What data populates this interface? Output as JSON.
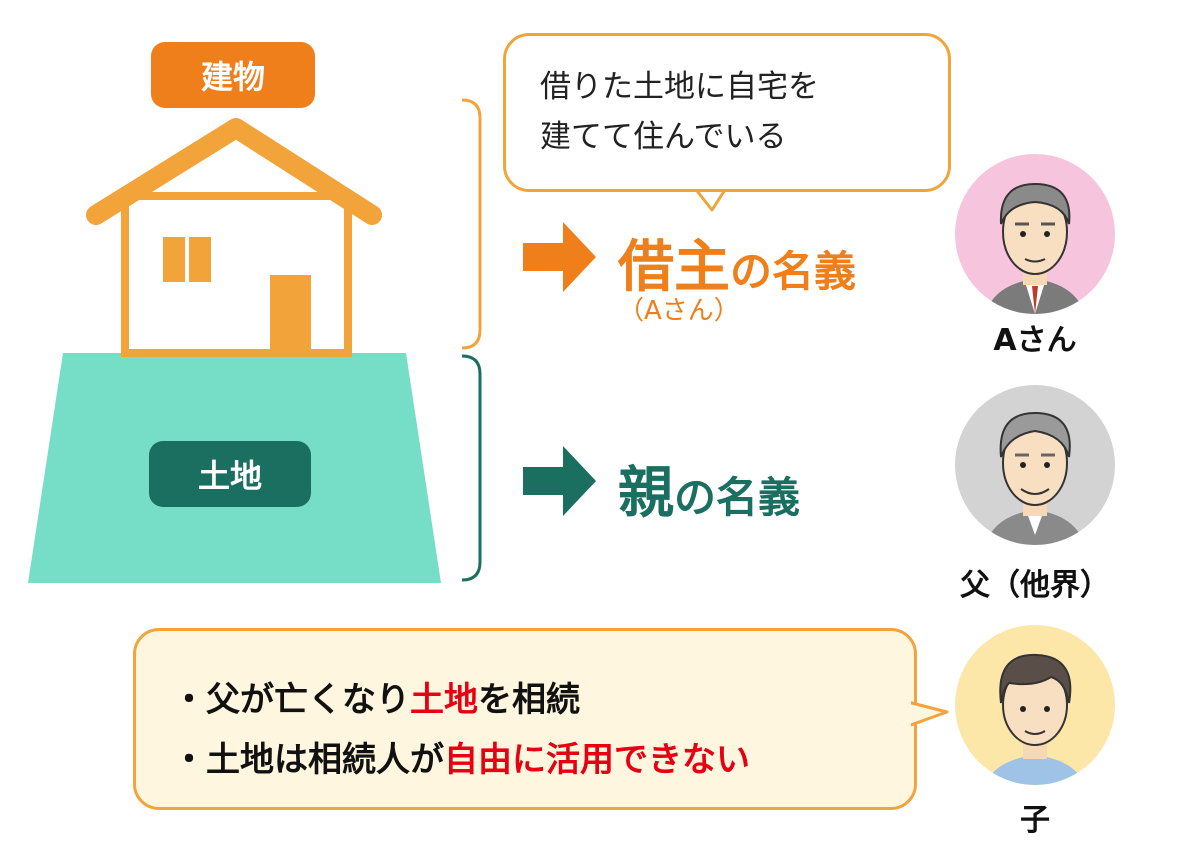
{
  "labels": {
    "building": "建物",
    "land": "土地"
  },
  "speech_a": {
    "line1": "借りた土地に自宅を",
    "line2": "建てて住んでいる"
  },
  "result_a": {
    "main": "借主",
    "suffix": "の名義",
    "sub": "（Aさん）"
  },
  "result_parent": {
    "main": "親",
    "suffix": "の名義"
  },
  "persons": {
    "a": "Aさん",
    "father": "父（他界）",
    "child": "子"
  },
  "note": {
    "line1_a": "・父が亡くなり",
    "line1_b": "土地",
    "line1_c": "を相続",
    "line2_a": "・土地は相続人が",
    "line2_b": "自由に活用できない"
  },
  "colors": {
    "orange": "#ef7f1a",
    "light_orange": "#f2a33a",
    "teal": "#1a6f60",
    "land_fill": "#76dec6",
    "red": "#e60012"
  }
}
